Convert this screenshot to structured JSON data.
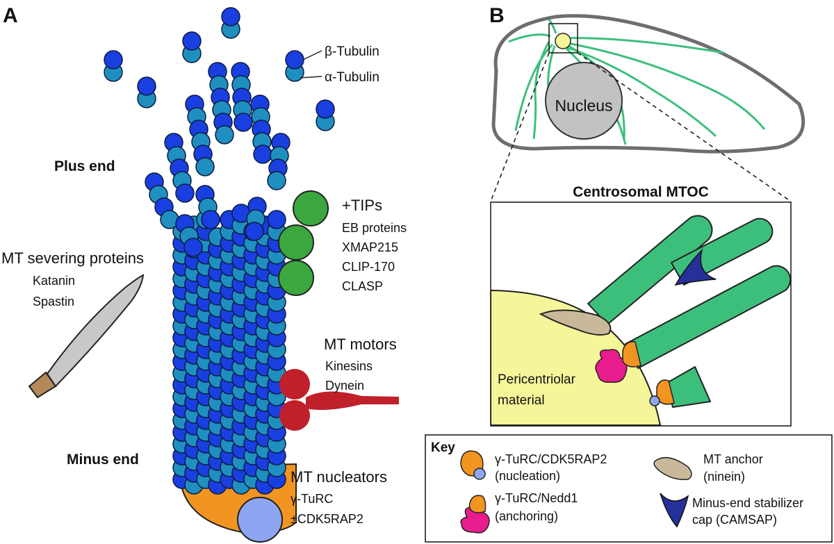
{
  "panel_a": {
    "panel_label": "A",
    "beta_tubulin": "β-Tubulin",
    "alpha_tubulin": "α-Tubulin",
    "plus_end": "Plus end",
    "minus_end": "Minus end",
    "severing_title": "MT severing proteins",
    "severing_items": [
      "Katanin",
      "Spastin"
    ],
    "tips_title": "+TIPs",
    "tips_items": [
      "EB proteins",
      "XMAP215",
      "CLIP-170",
      "CLASP"
    ],
    "motors_title": "MT motors",
    "motors_items": [
      "Kinesins",
      "Dynein"
    ],
    "nucleators_title": "MT nucleators",
    "nucleators_items": [
      "γ-TuRC",
      "±CDK5RAP2"
    ]
  },
  "panel_b": {
    "panel_label": "B",
    "nucleus": "Nucleus",
    "mtoc_title": "Centrosomal MTOC",
    "pcm_line1": "Pericentriolar",
    "pcm_line2": "material"
  },
  "key": {
    "title": "Key",
    "item1_line1": "γ-TuRC/CDK5RAP2",
    "item1_line2": "(nucleation)",
    "item2_line1": "γ-TuRC/Nedd1",
    "item2_line2": "(anchoring)",
    "item3_line1": "MT anchor",
    "item3_line2": "(ninein)",
    "item4_line1": "Minus-end stabilizer",
    "item4_line2": "cap (CAMSAP)"
  },
  "colors": {
    "beta_tubulin": "#1a3fe0",
    "alpha_tubulin": "#1e8fbf",
    "tips": "#3aa83e",
    "motors": "#c0202a",
    "nucleator": "#f29421",
    "cdk5rap2": "#8ea6f2",
    "microtubule_b": "#3dbf7c",
    "pcm": "#f5f59a",
    "nucleus": "#c2c2c2",
    "nedd1": "#e81c8c",
    "ninein": "#c9b99a",
    "camsap": "#26309a"
  }
}
